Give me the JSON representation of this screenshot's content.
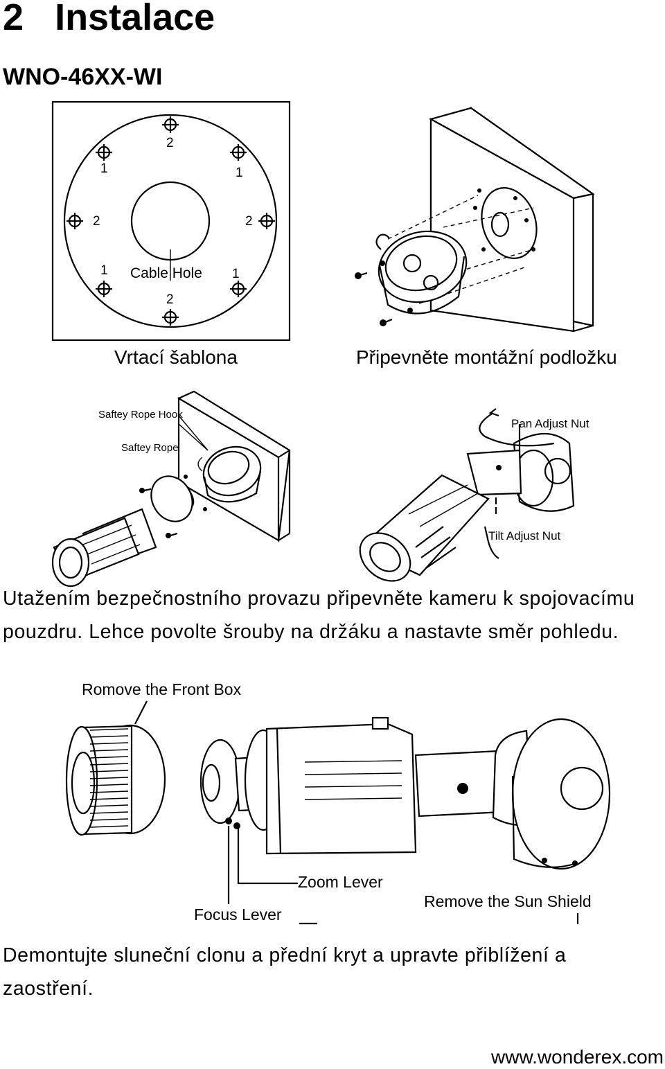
{
  "heading": {
    "number": "2",
    "title": "Instalace"
  },
  "model": "WNO-46XX-WI",
  "template": {
    "labels": [
      "2",
      "1",
      "1",
      "2",
      "2",
      "1",
      "1",
      "2"
    ],
    "cable_hole": "Cable Hole",
    "caption": "Vrtací šablona"
  },
  "mount": {
    "caption": "Připevněte montážní podložku"
  },
  "rope": {
    "hook_label": "Saftey Rope Hook",
    "rope_label": "Saftey Rope",
    "pan_label": "Pan Adjust Nut",
    "tilt_label": "Tilt Adjust Nut",
    "paragraph": "Utažením bezpečnostního provazu připevněte kameru k spojovacímu pouzdru. Lehce povolte šrouby na držáku a nastavte směr pohledu."
  },
  "lens": {
    "front_box_label": "Romove the Front Box",
    "zoom_label": "Zoom Lever",
    "focus_label": "Focus Lever",
    "sun_shield_label": "Remove the Sun Shield",
    "paragraph_line1": "Demontujte sluneční clonu a přední kryt a upravte přiblížení a",
    "paragraph_line2": "zaostření."
  },
  "footer": {
    "url": "www.wonderex.com"
  }
}
